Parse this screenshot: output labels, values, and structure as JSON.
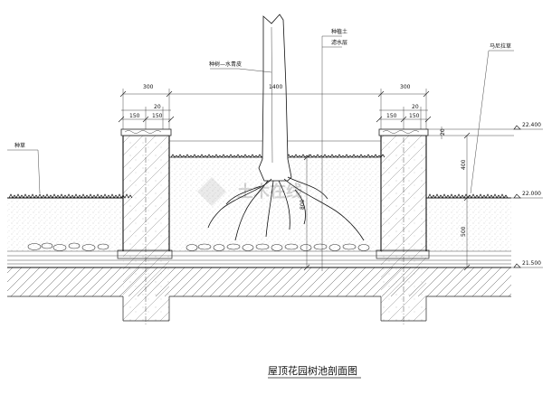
{
  "title": "屋顶花园树池剖面图",
  "dimensions": {
    "left_wall": "300",
    "center": "1400",
    "right_wall": "300",
    "left_cap": "20",
    "left_cap_a": "150",
    "left_cap_b": "150",
    "right_cap": "20",
    "right_cap_a": "150",
    "right_cap_b": "150",
    "cap_height": "20",
    "pool_above": "400",
    "pool_soil": "800",
    "right_soil": "500"
  },
  "labels": {
    "plant_tree": "种植土",
    "filter": "滤水层",
    "bark": "种树—水青皮",
    "turf_right": "马尼拉草",
    "turf_left": "种草"
  },
  "levels": {
    "top": "22.400",
    "mid": "22.000",
    "bottom": "21.500"
  },
  "watermark": "土木在线",
  "colors": {
    "line": "#222222",
    "background": "#ffffff"
  }
}
